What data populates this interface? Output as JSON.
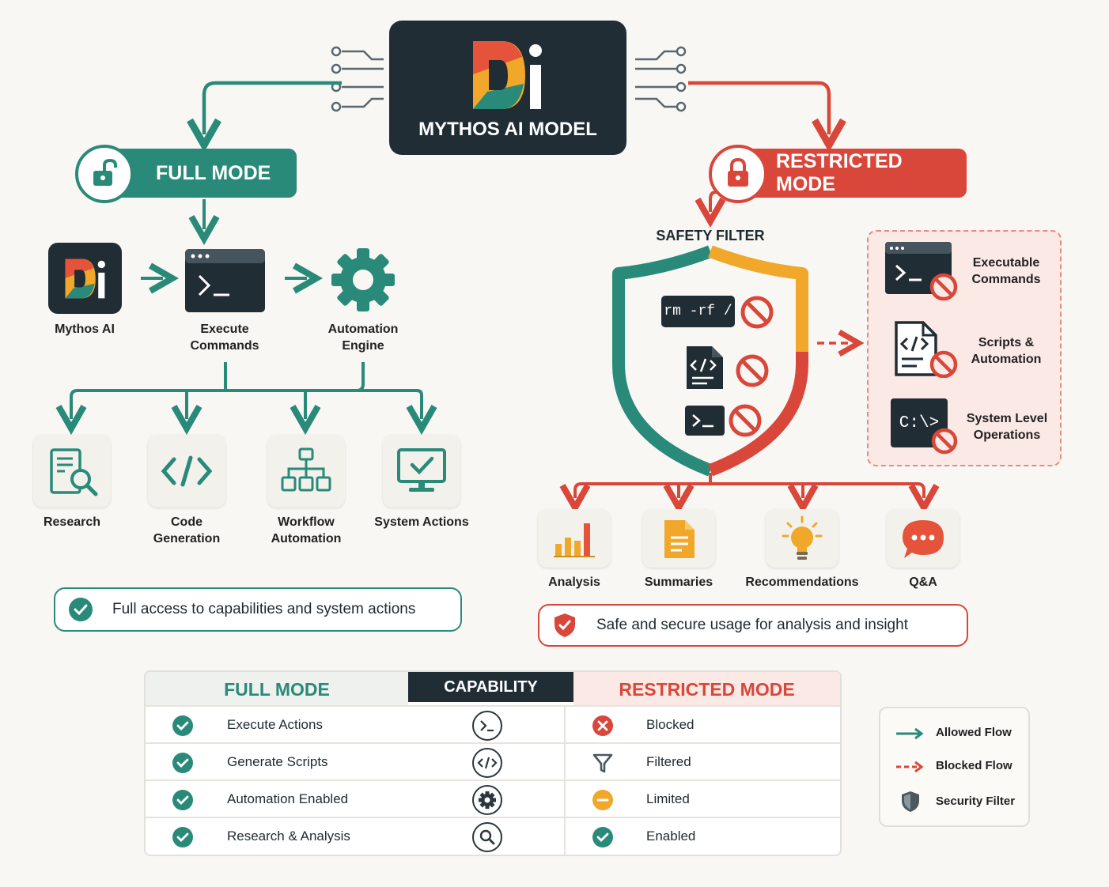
{
  "model": {
    "logo_text": "Di",
    "title": "MYTHOS AI MODEL"
  },
  "full_mode": {
    "label": "FULL MODE",
    "pipeline": [
      {
        "label": "Mythos AI",
        "icon": "mythos-logo-icon"
      },
      {
        "label": "Execute Commands",
        "icon": "terminal-window-icon"
      },
      {
        "label": "Automation Engine",
        "icon": "gear-icon"
      }
    ],
    "capabilities": [
      {
        "label": "Research",
        "icon": "document-search-icon"
      },
      {
        "label": "Code Generation",
        "icon": "code-brackets-icon"
      },
      {
        "label": "Workflow Automation",
        "icon": "workflow-icon"
      },
      {
        "label": "System Actions",
        "icon": "monitor-check-icon"
      }
    ],
    "note": "Full access to capabilities and system actions",
    "color": "#2a8a79"
  },
  "restricted_mode": {
    "label": "RESTRICTED MODE",
    "safety_filter_label": "SAFETY FILTER",
    "command_sample": "rm -rf /",
    "blocked": [
      {
        "label": "Executable Commands",
        "icon": "terminal-blocked-icon"
      },
      {
        "label": "Scripts & Automation",
        "icon": "script-blocked-icon"
      },
      {
        "label": "System Level Operations",
        "icon": "system-prompt-blocked-icon",
        "prompt": "C:\\>"
      }
    ],
    "outputs": [
      {
        "label": "Analysis",
        "icon": "bar-chart-icon"
      },
      {
        "label": "Summaries",
        "icon": "document-icon"
      },
      {
        "label": "Recommendations",
        "icon": "lightbulb-icon"
      },
      {
        "label": "Q&A",
        "icon": "chat-bubble-icon"
      }
    ],
    "note": "Safe and secure usage for analysis and insight",
    "color": "#d9473a"
  },
  "table": {
    "headers": {
      "full": "FULL MODE",
      "capability": "CAPABILITY",
      "restricted": "RESTRICTED MODE"
    },
    "rows": [
      {
        "full": "Execute Actions",
        "capability_icon": "terminal-icon",
        "restricted": "Blocked",
        "status": "blocked"
      },
      {
        "full": "Generate Scripts",
        "capability_icon": "code-icon",
        "restricted": "Filtered",
        "status": "filtered"
      },
      {
        "full": "Automation Enabled",
        "capability_icon": "gear-icon",
        "restricted": "Limited",
        "status": "limited"
      },
      {
        "full": "Research & Analysis",
        "capability_icon": "search-icon",
        "restricted": "Enabled",
        "status": "enabled"
      }
    ]
  },
  "legend": [
    {
      "label": "Allowed Flow",
      "icon": "solid-arrow-icon"
    },
    {
      "label": "Blocked Flow",
      "icon": "dashed-arrow-icon"
    },
    {
      "label": "Security Filter",
      "icon": "shield-icon"
    }
  ],
  "colors": {
    "teal": "#2a8a79",
    "red": "#d9473a",
    "dark": "#212d35",
    "amber": "#f0a72a"
  }
}
